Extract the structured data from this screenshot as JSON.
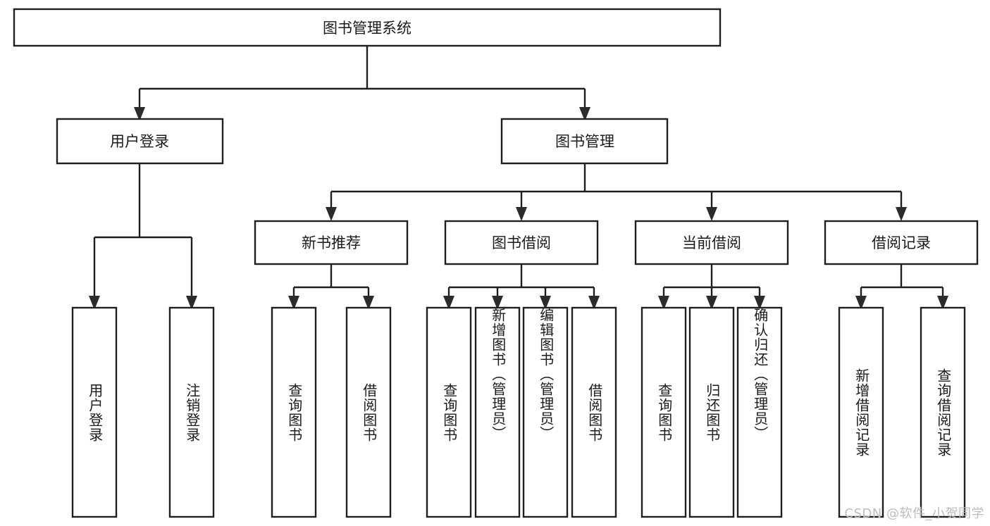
{
  "diagram": {
    "type": "tree",
    "title": "图书管理系统",
    "root": {
      "id": "root",
      "label": "图书管理系统",
      "orientation": "horizontal"
    },
    "level2": [
      {
        "id": "user-login",
        "label": "用户登录",
        "orientation": "horizontal"
      },
      {
        "id": "book-manage",
        "label": "图书管理",
        "orientation": "horizontal"
      }
    ],
    "level3": [
      {
        "id": "new-book-recommend",
        "label": "新书推荐",
        "parent": "book-manage",
        "orientation": "horizontal"
      },
      {
        "id": "book-borrow",
        "label": "图书借阅",
        "parent": "book-manage",
        "orientation": "horizontal"
      },
      {
        "id": "current-borrow",
        "label": "当前借阅",
        "parent": "book-manage",
        "orientation": "horizontal"
      },
      {
        "id": "borrow-record",
        "label": "借阅记录",
        "parent": "book-manage",
        "orientation": "horizontal"
      }
    ],
    "leaves": [
      {
        "id": "leaf-user-login",
        "label": "用户登录",
        "parent": "user-login",
        "orientation": "vertical"
      },
      {
        "id": "leaf-user-logout",
        "label": "注销登录",
        "parent": "user-login",
        "orientation": "vertical"
      },
      {
        "id": "leaf-query-book-rec",
        "label": "查询图书",
        "parent": "new-book-recommend",
        "orientation": "vertical"
      },
      {
        "id": "leaf-borrow-book-rec",
        "label": "借阅图书",
        "parent": "new-book-recommend",
        "orientation": "vertical"
      },
      {
        "id": "leaf-query-book-borrow",
        "label": "查询图书",
        "parent": "book-borrow",
        "orientation": "vertical"
      },
      {
        "id": "leaf-add-book-admin",
        "label": "新增图书（管理员）",
        "parent": "book-borrow",
        "orientation": "vertical"
      },
      {
        "id": "leaf-edit-book-admin",
        "label": "编辑图书（管理员）",
        "parent": "book-borrow",
        "orientation": "vertical"
      },
      {
        "id": "leaf-borrow-book",
        "label": "借阅图书",
        "parent": "book-borrow",
        "orientation": "vertical"
      },
      {
        "id": "leaf-query-book-current",
        "label": "查询图书",
        "parent": "current-borrow",
        "orientation": "vertical"
      },
      {
        "id": "leaf-return-book",
        "label": "归还图书",
        "parent": "current-borrow",
        "orientation": "vertical"
      },
      {
        "id": "leaf-confirm-return-admin",
        "label": "确认归还（管理员）",
        "parent": "current-borrow",
        "orientation": "vertical"
      },
      {
        "id": "leaf-add-borrow-record",
        "label": "新增借阅记录",
        "parent": "borrow-record",
        "orientation": "vertical"
      },
      {
        "id": "leaf-query-borrow-record",
        "label": "查询借阅记录",
        "parent": "borrow-record",
        "orientation": "vertical"
      }
    ],
    "colors": {
      "box_stroke": "#1f1f1f",
      "box_fill": "#ffffff",
      "text": "#1a1a1a",
      "edge": "#1f1f1f",
      "watermark": "#bdbdbd",
      "canvas": "#ffffff"
    }
  },
  "watermark": {
    "text": "CSDN @软件_小贺同学"
  }
}
